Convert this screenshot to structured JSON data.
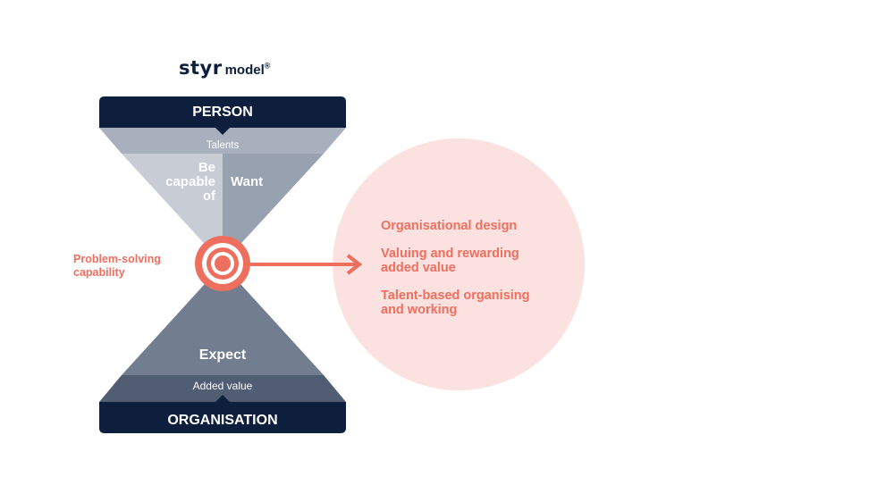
{
  "logo": {
    "brand": "styr",
    "word": "model",
    "registered": "®"
  },
  "hourglass": {
    "top_bar": "PERSON",
    "top_band": "Talents",
    "top_left_lines": [
      "Be",
      "capable",
      "of"
    ],
    "top_right": "Want",
    "bottom_main": "Expect",
    "bottom_band": "Added value",
    "bottom_bar": "ORGANISATION"
  },
  "side_label": {
    "lines": [
      "Problem-solving",
      "capability"
    ]
  },
  "outcomes": [
    {
      "lines": [
        "Organisational design"
      ]
    },
    {
      "lines": [
        "Valuing and rewarding",
        "added value"
      ]
    },
    {
      "lines": [
        "Talent-based organising",
        "and working"
      ]
    }
  ],
  "colors": {
    "navy": "#0d1f3c",
    "top_band": "#a8b0bd",
    "top_left": "#c7ccd5",
    "top_right": "#98a1b0",
    "bottom_main": "#727d8f",
    "bottom_band": "#505d72",
    "accent": "#ef6f5f",
    "circle_fill": "#fbe1df",
    "white": "#ffffff"
  },
  "icons": {
    "target": "target-icon",
    "arrow": "arrow-right-icon"
  }
}
